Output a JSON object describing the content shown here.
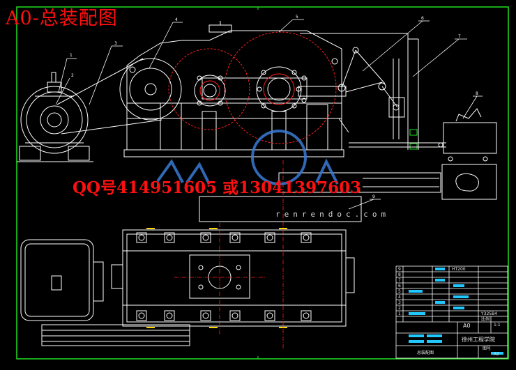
{
  "header": {
    "title": "A0-总装配图"
  },
  "contact": {
    "qq_line": "QQ号414951605 或13041397603"
  },
  "watermark": {
    "url": "renrendoc.com"
  },
  "callouts": [
    "1",
    "2",
    "3",
    "4",
    "5",
    "6",
    "7",
    "8",
    "9"
  ],
  "title_block": {
    "row_numbers": [
      "9",
      "8",
      "7",
      "6",
      "5",
      "4",
      "3",
      "2",
      "1"
    ],
    "material": "HT200",
    "code": "Y325B4",
    "scale_label": "比例",
    "scale_value": "1:1",
    "sheet_size": "A0",
    "drawing_title": "总装配图",
    "school": "徐州工程学院",
    "drawing_no_label": "图号",
    "drawing_no_value": "A0"
  },
  "colors": {
    "frame": "#20e020",
    "lines": "#ffffff",
    "red": "#ff2020",
    "cyan": "#20c8ff",
    "blue": "#3a7bd5",
    "yellow": "#ffd700"
  }
}
